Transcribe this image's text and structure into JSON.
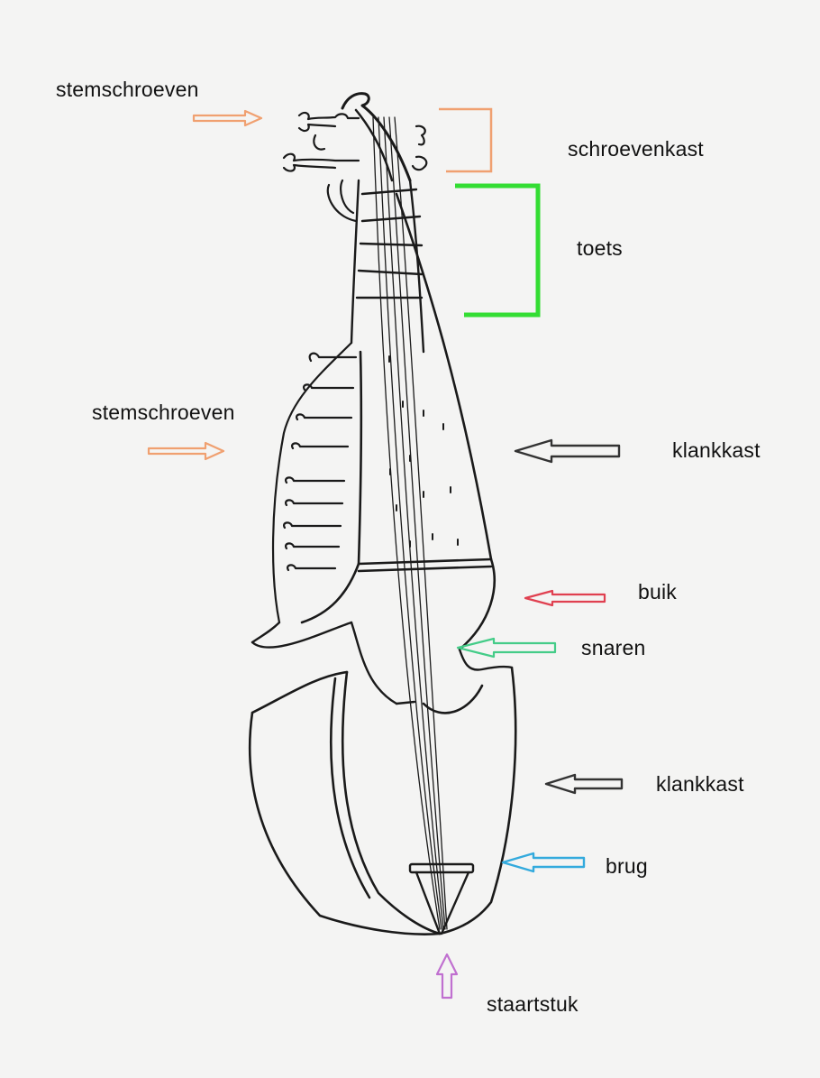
{
  "labels": {
    "tuning_pegs_top": "stemschroeven",
    "pegbox": "schroevenkast",
    "fingerboard": "toets",
    "tuning_pegs_side": "stemschroeven",
    "soundbox_upper": "klankkast",
    "belly": "buik",
    "strings": "snaren",
    "soundbox_lower": "klankkast",
    "bridge": "brug",
    "tailpiece": "staartstuk"
  },
  "colors": {
    "pegs_arrow": "#f0a070",
    "pegbox_bracket": "#f0a070",
    "fingerboard_bracket": "#33dd33",
    "soundbox_arrow": "#333333",
    "belly_arrow": "#e04050",
    "strings_arrow": "#44cc88",
    "bridge_arrow": "#33aadd",
    "tailpiece_arrow": "#c070d0",
    "ink": "#1a1a1a"
  }
}
